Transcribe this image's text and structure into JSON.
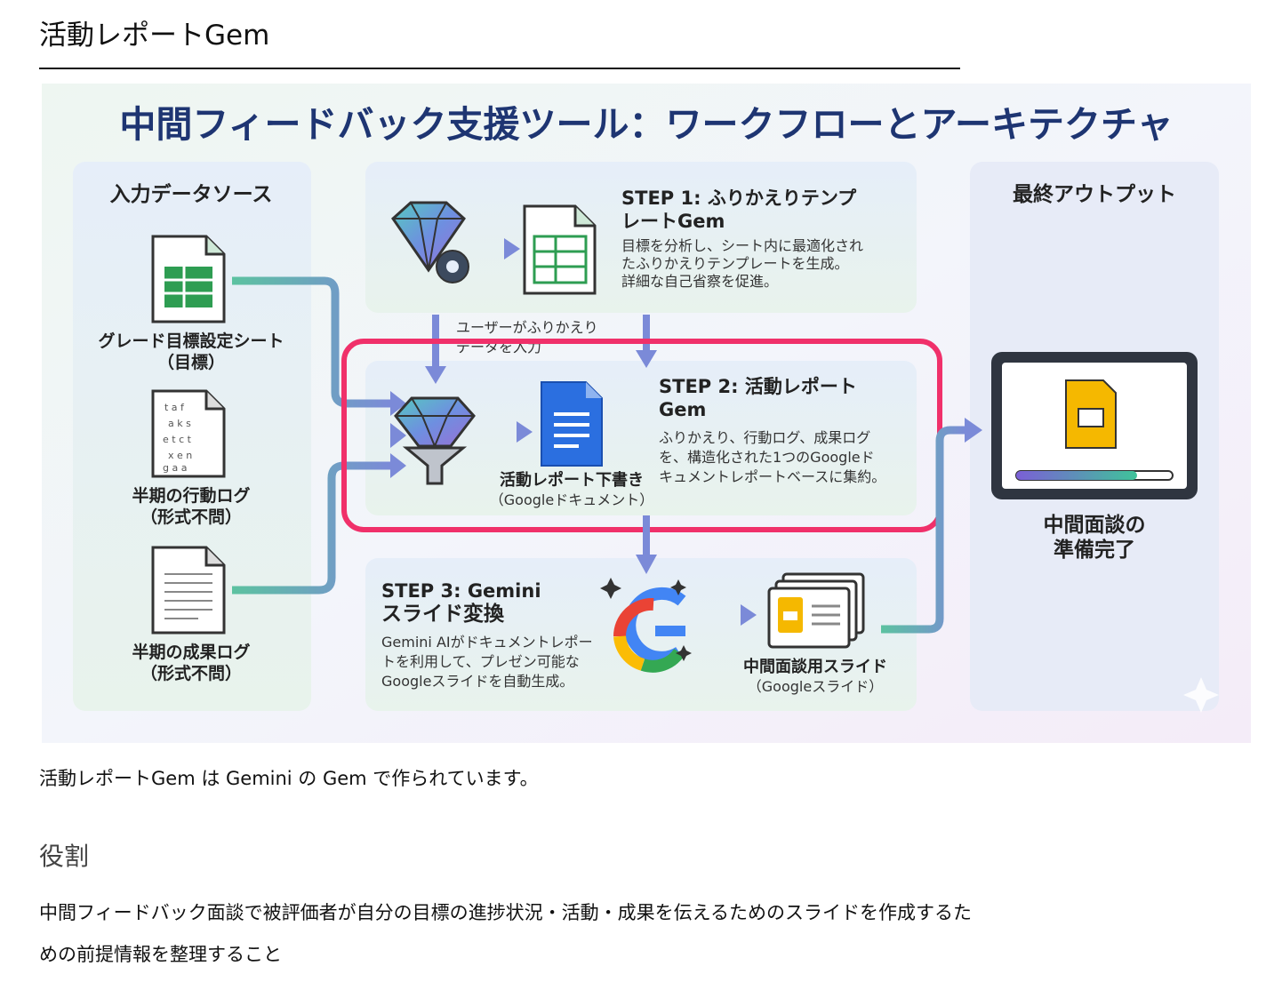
{
  "page": {
    "title": "活動レポートGem",
    "caption": "活動レポートGem は Gemini の Gem で作られています。",
    "section_heading": "役割",
    "section_body": "中間フィードバック面談で被評価者が自分の目標の進捗状況・活動・成果を伝えるためのスライドを作成するための前提情報を整理すること"
  },
  "diagram": {
    "title": "中間フィードバック支援ツール：ワークフローとアーキテクチャ",
    "inputs": {
      "heading": "入力データソース",
      "goal_sheet": {
        "line1": "グレード目標設定シート",
        "line2": "（目標）"
      },
      "action_log": {
        "line1": "半期の行動ログ",
        "line2": "（形式不問）"
      },
      "result_log": {
        "line1": "半期の成果ログ",
        "line2": "（形式不問）"
      }
    },
    "step1": {
      "title1": "STEP 1: ふりかえりテンプ",
      "title2": "レートGem",
      "desc1": "目標を分析し、シート内に最適化され",
      "desc2": "たふりかえりテンプレートを生成。",
      "desc3": "詳細な自己省察を促進。"
    },
    "user_input": {
      "line1": "ユーザーがふりかえり",
      "line2": "データを入力"
    },
    "step2": {
      "title1": "STEP 2: 活動レポート",
      "title2": "Gem",
      "desc1": "ふりかえり、行動ログ、成果ログ",
      "desc2": "を、構造化された1つのGoogleド",
      "desc3": "キュメントレポートベースに集約。",
      "draft1": "活動レポート下書き",
      "draft2": "（Googleドキュメント）"
    },
    "step3": {
      "title1": "STEP 3: Gemini",
      "title2": "スライド変換",
      "desc1": "Gemini AIがドキュメントレポー",
      "desc2": "トを利用して、プレゼン可能な",
      "desc3": "Googleスライドを自動生成。",
      "slides1": "中間面談用スライド",
      "slides2": "（Googleスライド）"
    },
    "output": {
      "heading": "最終アウトプット",
      "line1": "中間面談の",
      "line2": "準備完了"
    },
    "colors": {
      "highlight": "#f0306a",
      "arrow": "#7b8ad8",
      "sheet_green": "#2e9d52",
      "doc_blue": "#2b6fe0",
      "slide_yellow": "#f5b800",
      "title_navy": "#1e3572"
    }
  }
}
